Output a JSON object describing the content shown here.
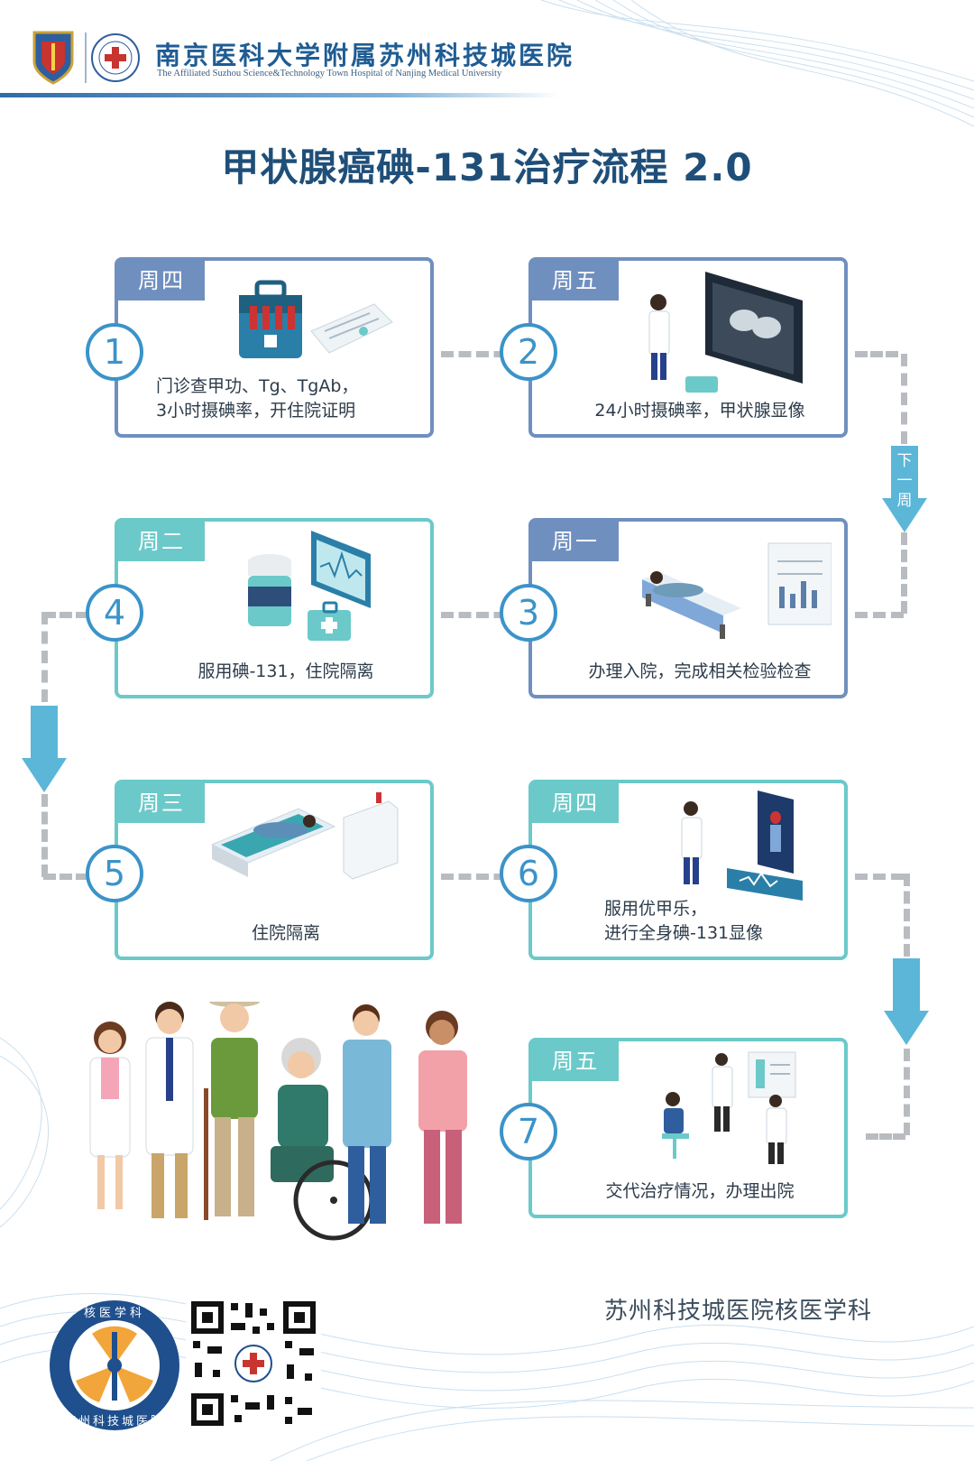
{
  "header": {
    "hospital_name_cn": "南京医科大学附属苏州科技城医院",
    "hospital_name_en": "The Affiliated Suzhou Science&Technology Town Hospital of Nanjing Medical University",
    "logo_left_icon": "shield-emblem-icon",
    "logo_right_icon": "hospital-seal-icon"
  },
  "title": "甲状腺癌碘-131治疗流程 2.0",
  "steps": [
    {
      "number": "1",
      "day": "周四",
      "text": "门诊查甲功、Tg、TgAb，\n3小时摄碘率，开住院证明",
      "icon": "medical-kit-icon"
    },
    {
      "number": "2",
      "day": "周五",
      "text": "24小时摄碘率，甲状腺显像",
      "icon": "thyroid-scan-monitor-icon"
    },
    {
      "number": "3",
      "day": "周一",
      "text": "办理入院，完成相关检验检查",
      "icon": "hospital-bed-icon"
    },
    {
      "number": "4",
      "day": "周二",
      "text": "服用碘-131，住院隔离",
      "icon": "medicine-bottle-icon"
    },
    {
      "number": "5",
      "day": "周三",
      "text": "住院隔离",
      "icon": "patient-bed-icon"
    },
    {
      "number": "6",
      "day": "周四",
      "text": "服用优甲乐，\n进行全身碘-131显像",
      "icon": "body-scanner-icon"
    },
    {
      "number": "7",
      "day": "周五",
      "text": "交代治疗情况，办理出院",
      "icon": "doctor-consult-icon"
    }
  ],
  "next_week_label": "下一周",
  "footer": {
    "department": "苏州科技城医院核医学科",
    "badge_top_text": "核医学科",
    "badge_bottom_text": "苏州科技城医院",
    "qr_icon": "qr-code-icon"
  },
  "colors": {
    "blue_border": "#6f8fbf",
    "teal_border": "#6cc9c9",
    "number_blue": "#3b93c9",
    "title_blue": "#1f4f78"
  }
}
